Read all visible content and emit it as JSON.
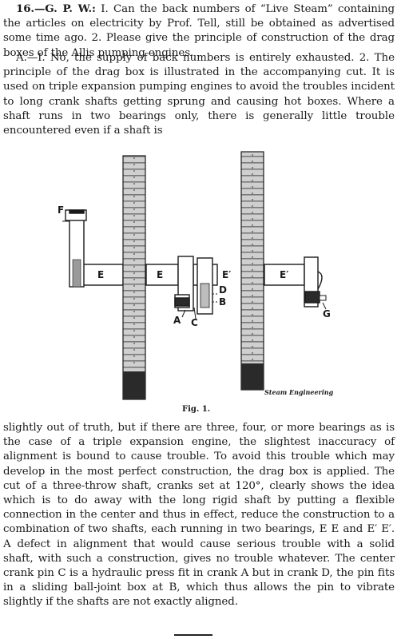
{
  "article": {
    "question": {
      "number": "16.—G. P. W.:",
      "text": " I. Can the back numbers of “Live Steam” containing the articles on electricity by Prof. Tell, still be obtained as advertised some time ago. 2. Please give the principle of construction of the drag boxes of the Allis pumping engines."
    },
    "answer": {
      "text": "A.—I. No, the supply of back numbers is entirely exhausted. 2. The principle of the drag box is illustrated in the accompanying cut. It is used on triple expansion pumping engines to avoid the troubles incident to long crank shafts getting sprung and causing hot boxes. Where a shaft runs in two bearings only, there is generally little trouble encountered even if a shaft is"
    },
    "continuation": {
      "text": "slightly out of truth, but if there are three, four, or more bearings as is the case of a triple expansion engine, the slightest inaccuracy of alignment is bound to cause trouble. To avoid this trouble which may develop in the most perfect construction, the drag box is applied. The cut of a three-throw shaft, cranks set at 120°, clearly shows the idea which is to do away with the long rigid shaft by putting a flexible connection in the center and thus in effect, reduce the construction to a combination of two shafts, each running in two bearings, E E and E′ E′. A defect in alignment that would cause serious trouble with a solid shaft, with such a construction, gives no trouble whatever. The center crank pin C is a hydraulic press fit in crank A but in crank D, the pin fits in a sliding ball-joint box at B, which thus allows the pin to vibrate slightly if the shafts are not exactly aligned."
    }
  },
  "figure": {
    "labels": {
      "f": "F",
      "e1": "E",
      "e2": "E",
      "e3": "E′",
      "e4": "E′",
      "d": "D",
      "b": "B",
      "a": "A",
      "c": "C",
      "g": "G"
    },
    "credit": "Steam Engineering",
    "caption": "Fig. 1."
  }
}
